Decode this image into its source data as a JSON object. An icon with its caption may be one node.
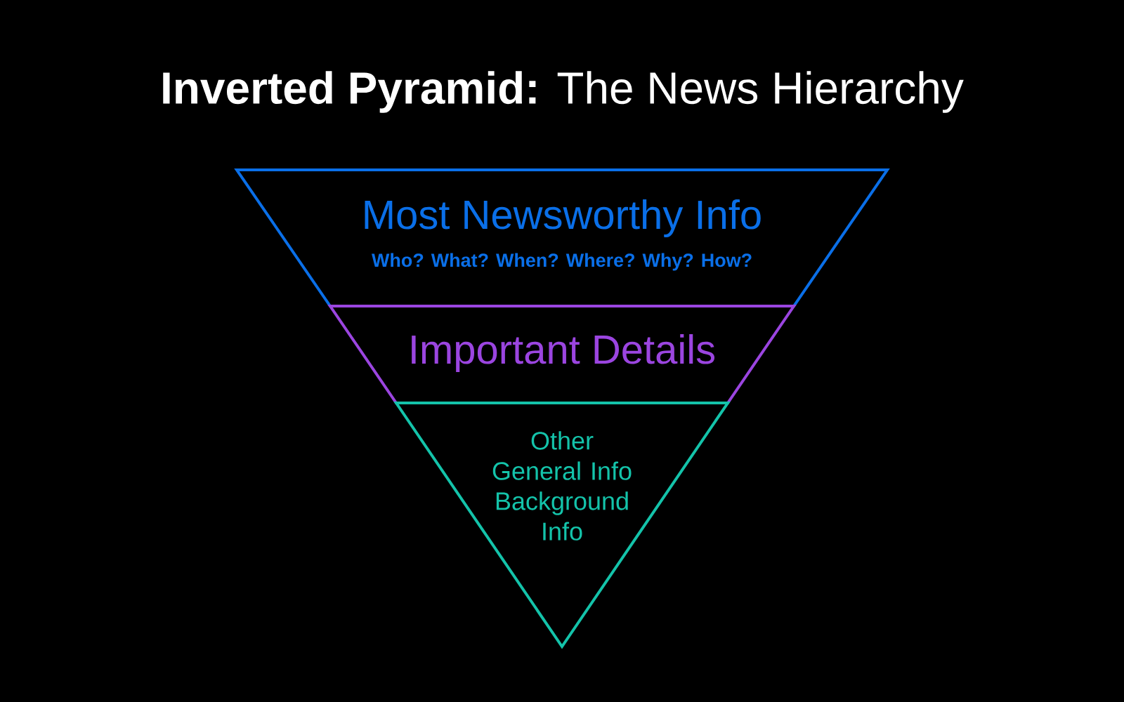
{
  "diagram": {
    "title": "**Inverted Pyramid:** The News Hierarchy",
    "nodes": [
      {
        "text": [
          "Most Newsworthy Info",
          "Who? What? When? Where? Why? How?"
        ]
      },
      {
        "text": [
          "Important Details"
        ]
      },
      {
        "text": [
          "Other General Info",
          "Background Info"
        ]
      }
    ],
    "edges": []
  }
}
